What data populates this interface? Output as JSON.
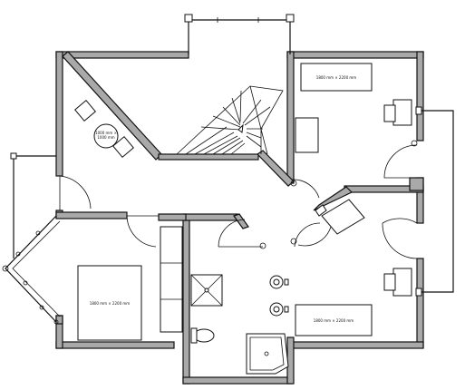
{
  "furniture_labels": {
    "bed_top_right": "1800 mm × 2200 mm",
    "bed_bottom_right": "1800 mm × 2200 mm",
    "bed_bottom_left": "1800 mm × 2200 mm",
    "round_table": "1000 mm × 1000 mm"
  },
  "round_table_lines": [
    "1000 mm ×",
    "1000 mm"
  ],
  "colors": {
    "wall_fill": "#a9a9a9",
    "line": "#111111",
    "background": "#ffffff"
  }
}
